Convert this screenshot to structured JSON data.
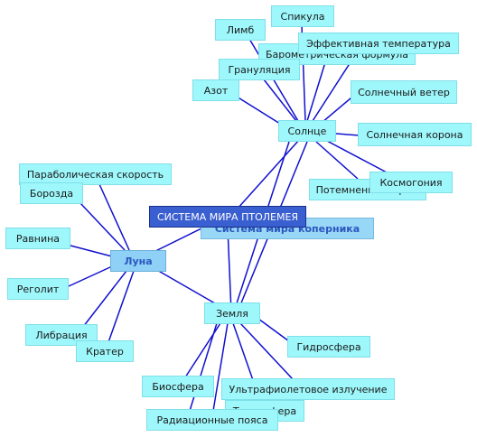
{
  "diagram": {
    "center_label": "СИСТЕМА МИРА ПТОЛЕМЕЯ",
    "copernicus_label": "Система мира коперника",
    "sun": {
      "label": "Солнце",
      "children": {
        "spicule": "Спикула",
        "limb": "Лимб",
        "effective_temperature": "Эффективная температура",
        "barometric_formula": "Барометрическая формула",
        "granulation": "Грануляция",
        "nitrogen": "Азот",
        "solar_wind": "Солнечный ветер",
        "solar_corona": "Солнечная корона",
        "cosmogony": "Космогония",
        "limb_darkening": "Потемнение к краю"
      }
    },
    "moon": {
      "label": "Луна",
      "children": {
        "parabolic_velocity": "Параболическая скорость",
        "furrow": "Борозда",
        "plain": "Равнина",
        "regolith": "Реголит",
        "libration": "Либрация",
        "crater": "Кратер"
      }
    },
    "earth": {
      "label": "Земля",
      "children": {
        "hydrosphere": "Гидросфера",
        "biosphere": "Биосфера",
        "ultraviolet": "Ультрафиолетовое излучение",
        "troposphere": "Тропосфера",
        "radiation_belts": "Радиационные пояса"
      }
    },
    "colors": {
      "node_fill": "#9ef7fb",
      "main_fill": "#3a5fd0",
      "hub_fill": "#8fd0f6",
      "edge": "#1010d0"
    }
  }
}
